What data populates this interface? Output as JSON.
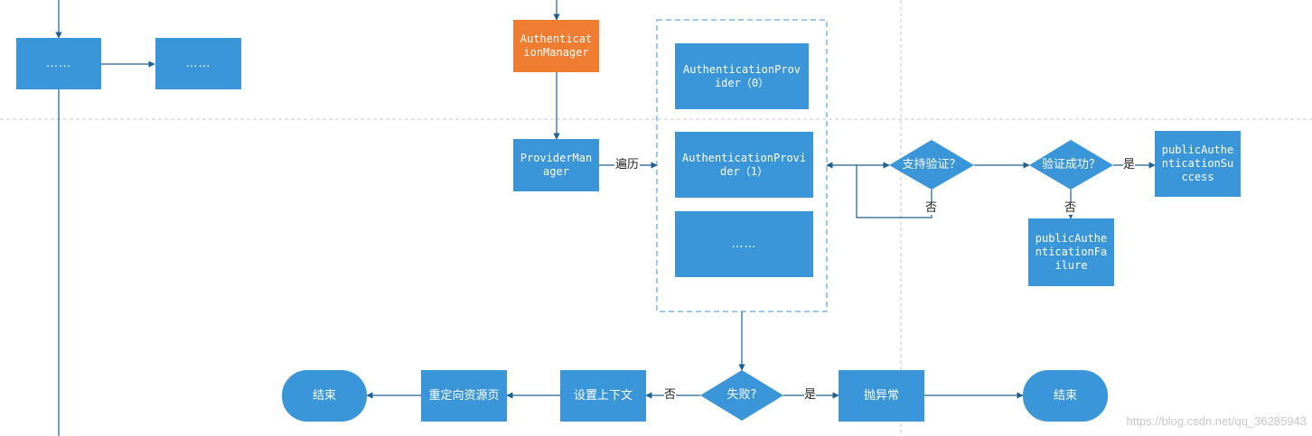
{
  "nodes": {
    "dots_left": "……",
    "dots_right": "……",
    "auth_manager": "AuthenticationManager",
    "provider_manager": "ProviderManager",
    "provider_0": "AuthenticationProvider（0）",
    "provider_1": "AuthenticationProvider（1）",
    "provider_more": "……",
    "supports": "支持验证？",
    "auth_success_q": "验证成功？",
    "success_handler": "publicAuthenticationSuccess",
    "failure_handler": "publicAuthenticationFailure",
    "failed_q": "失败?",
    "set_context": "设置上下文",
    "redirect": "重定向资源页",
    "end_left": "结束",
    "throw_exception": "抛异常",
    "end_right": "结束"
  },
  "edge_labels": {
    "iterate": "遍历",
    "supports_no": "否",
    "success_yes": "是",
    "success_no": "否",
    "failed_no": "否",
    "failed_yes": "是"
  },
  "watermark": "https://blog.csdn.net/qq_36285943",
  "colors": {
    "node_blue": "#3a96d8",
    "node_orange": "#ef7d31",
    "line": "#1f5f93",
    "lane_divider": "#c8c8c8"
  }
}
